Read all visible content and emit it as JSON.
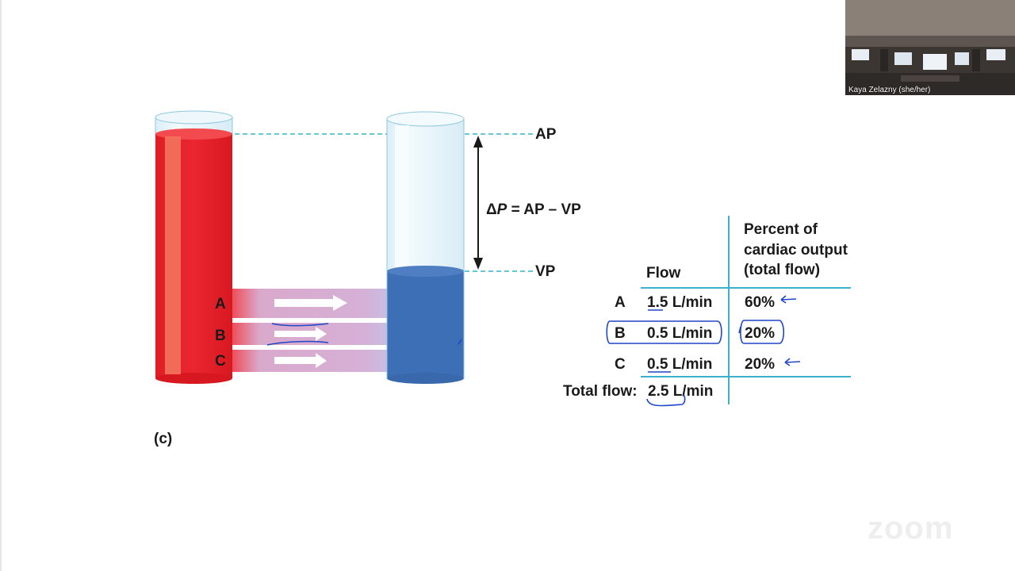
{
  "figure": {
    "panel_label": "(c)",
    "pressure_top_label": "AP",
    "pressure_bottom_label": "VP",
    "delta_symbol": "Δ",
    "delta_var": "P",
    "delta_rest": " = AP – VP",
    "tube_labels": [
      "A",
      "B",
      "C"
    ],
    "colors": {
      "arterial": "#e8202a",
      "venous": "#3d6fb6",
      "vessel": "#d9a9cc",
      "dash": "#36b3c8",
      "table_line": "#3ab0cc",
      "ink": "#1f47c8"
    }
  },
  "table": {
    "col_flow_header": "Flow",
    "col_percent_header_lines": [
      "Percent of",
      "cardiac output",
      "(total flow)"
    ],
    "rows": [
      {
        "label": "A",
        "flow": "1.5 L/min",
        "percent": "60%"
      },
      {
        "label": "B",
        "flow": "0.5 L/min",
        "percent": "20%"
      },
      {
        "label": "C",
        "flow": "0.5 L/min",
        "percent": "20%"
      }
    ],
    "total_label": "Total flow:",
    "total_value": "2.5 L/min"
  },
  "webcam": {
    "participant_name": "Kaya Zelazny (she/her)"
  },
  "watermark": "zoom"
}
